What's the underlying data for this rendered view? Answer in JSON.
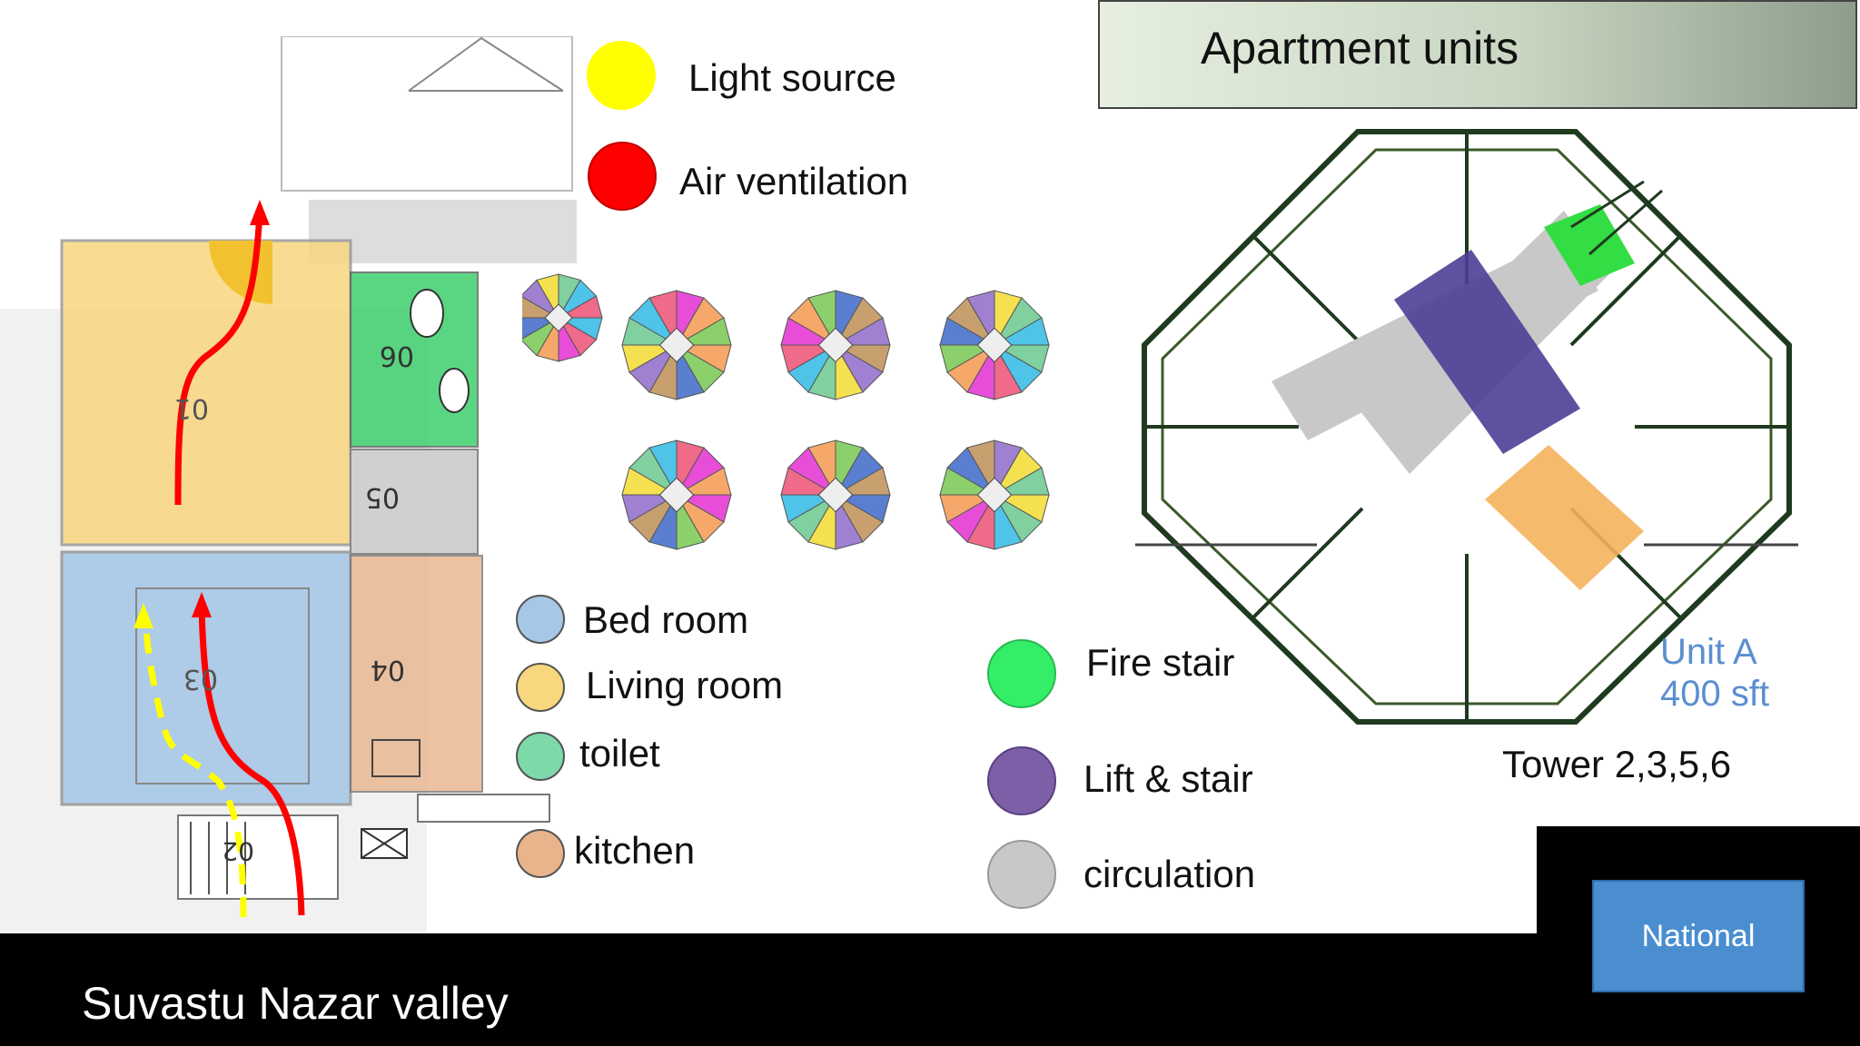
{
  "header": {
    "title": "Apartment units"
  },
  "legend_top": [
    {
      "label": "Light source",
      "color": "#ffff00"
    },
    {
      "label": "Air ventilation",
      "color": "#ff0000"
    }
  ],
  "legend_rooms": [
    {
      "label": "Bed room",
      "color": "#a7c7e7"
    },
    {
      "label": "Living room",
      "color": "#f9d77e"
    },
    {
      "label": "toilet",
      "color": "#7ed9a8"
    },
    {
      "label": "kitchen",
      "color": "#e8b48c"
    }
  ],
  "legend_core": [
    {
      "label": "Fire stair",
      "color": "#33ee66"
    },
    {
      "label": "Lift & stair",
      "color": "#7d5fa8"
    },
    {
      "label": "circulation",
      "color": "#c8c8c8"
    }
  ],
  "plan_labels": {
    "room_01": "01",
    "room_06": "06",
    "room_05": "05",
    "room_04": "04",
    "room_03": "03",
    "room_02": "02"
  },
  "unit": {
    "name": "Unit A",
    "area": "400 sft"
  },
  "tower": {
    "label": "Tower 2,3,5,6"
  },
  "footer": {
    "project": "Suvastu Nazar valley"
  },
  "badge": {
    "label": "National"
  }
}
